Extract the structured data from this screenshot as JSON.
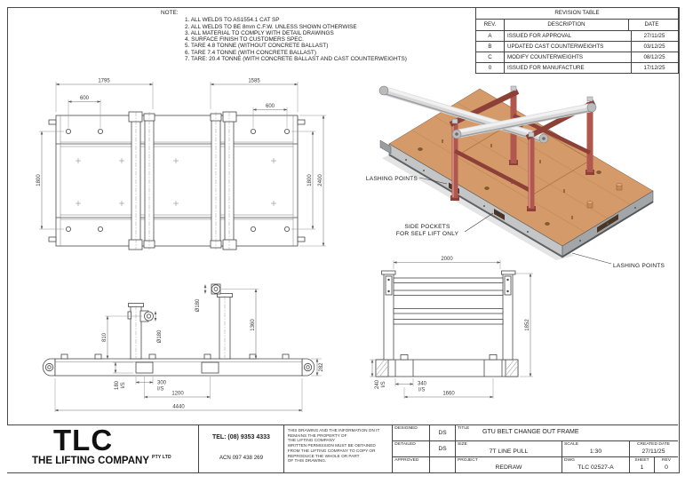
{
  "notes": {
    "title": "NOTE:",
    "items": [
      "1. ALL WELDS TO AS1554.1 CAT SP",
      "2. ALL WELDS TO BE 8mm C.F.W. UNLESS SHOWN OTHERWISE",
      "3. ALL MATERIAL TO COMPLY WITH DETAIL DRAWINGS",
      "4. SURFACE FINISH TO CUSTOMERS SPEC.",
      "5. TARE 4.8 TONNE (WITHOUT CONCRETE BALLAST)",
      "6. TARE 7.4 TONNE (WITH CONCRETE BALLAST)",
      "7. TARE: 20.4 TONNE (WITH CONCRETE BALLAST AND CAST COUNTERWEIGHTS)"
    ]
  },
  "revision_table": {
    "title": "REVISION TABLE",
    "headers": [
      "REV.",
      "DESCRIPTION",
      "DATE"
    ],
    "rows": [
      [
        "A",
        "ISSUED FOR APPROVAL",
        "27/11/25"
      ],
      [
        "B",
        "UPDATED CAST COUNTERWEIGHTS",
        "03/12/25"
      ],
      [
        "C",
        "MODIFY COUNTERWEIGHTS",
        "08/12/25"
      ],
      [
        "0",
        "ISSUED FOR MANUFACTURE",
        "17/12/25"
      ]
    ]
  },
  "iso": {
    "label_lashing_left": "LASHING POINTS",
    "label_side_pockets_1": "SIDE POCKETS",
    "label_side_pockets_2": "FOR SELF LIFT ONLY",
    "label_lashing_right": "LASHING POINTS"
  },
  "dims": {
    "plan": {
      "top_left": "1795",
      "top_right": "1585",
      "holes_left": "600",
      "holes_right": "600",
      "left_height": "1800",
      "inner_height": "1800",
      "overall_height": "2400"
    },
    "front": {
      "post_left_height": "810",
      "pin_dia_left": "Ø180",
      "pin_dia_right": "Ø180",
      "post_right_height": "1360",
      "beam_height": "282",
      "pocket_height": "180",
      "pocket_height_suffix": "I/S",
      "pocket_width": "300",
      "pocket_width_suffix": "I/S",
      "pocket_centres": "1200",
      "overall_width": "4440"
    },
    "side": {
      "top_width": "2000",
      "overall_height": "1852",
      "pocket_height": "240",
      "pocket_height_suffix": "I/S",
      "pocket_width": "340",
      "pocket_width_suffix": "I/S",
      "pocket_centres": "1660"
    }
  },
  "title_block": {
    "designed_label": "DESIGNED",
    "designed_value": "DS",
    "detailed_label": "DETAILED",
    "detailed_value": "DS",
    "approved_label": "APPROVED",
    "approved_value": "",
    "title_label": "TITLE",
    "title_value": "GTU BELT CHANGE OUT FRAME",
    "size_label": "SIZE",
    "size_value": "7T LINE PULL",
    "project_label": "PROJECT",
    "project_value": "REDRAW",
    "scale_label": "SCALE",
    "scale_value": "1:30",
    "dwg_label": "DWG",
    "dwg_value": "TLC 02527-A",
    "created_label": "CREATED DATE",
    "created_value": "27/11/25",
    "sheet_label": "SHEET",
    "sheet_value": "1",
    "rev_label": "REV",
    "rev_value": "0"
  },
  "company": {
    "logo": "TLC",
    "name": "THE LIFTING COMPANY",
    "suffix": "PTY LTD",
    "tel": "TEL: (08) 9353 4333",
    "acn": "ACN 097 438 269",
    "disclaimer": "THIS DRAWING AND THE INFORMATION ON IT\nREMAINS THE PROPERTY OF\nTHE LIFTING COMPANY\nWRITTEN PERMISSION MUST BE OBTAINED\nFROM THE LIFTING COMPANY TO COPY OR\nREPRODUCE THE WHOLE OR PART\nOF THIS DRAWING."
  },
  "colors": {
    "deck_wood": "#d59a69",
    "deck_wood_dark": "#b47e4e",
    "frame_red": "#b0574e",
    "frame_red_dark": "#8c4038",
    "roller_grey": "#d8d8d8",
    "steel_light": "#c3c5c6",
    "steel_dark": "#a3a6a8",
    "line": "#474747",
    "dim_line": "#707070"
  }
}
